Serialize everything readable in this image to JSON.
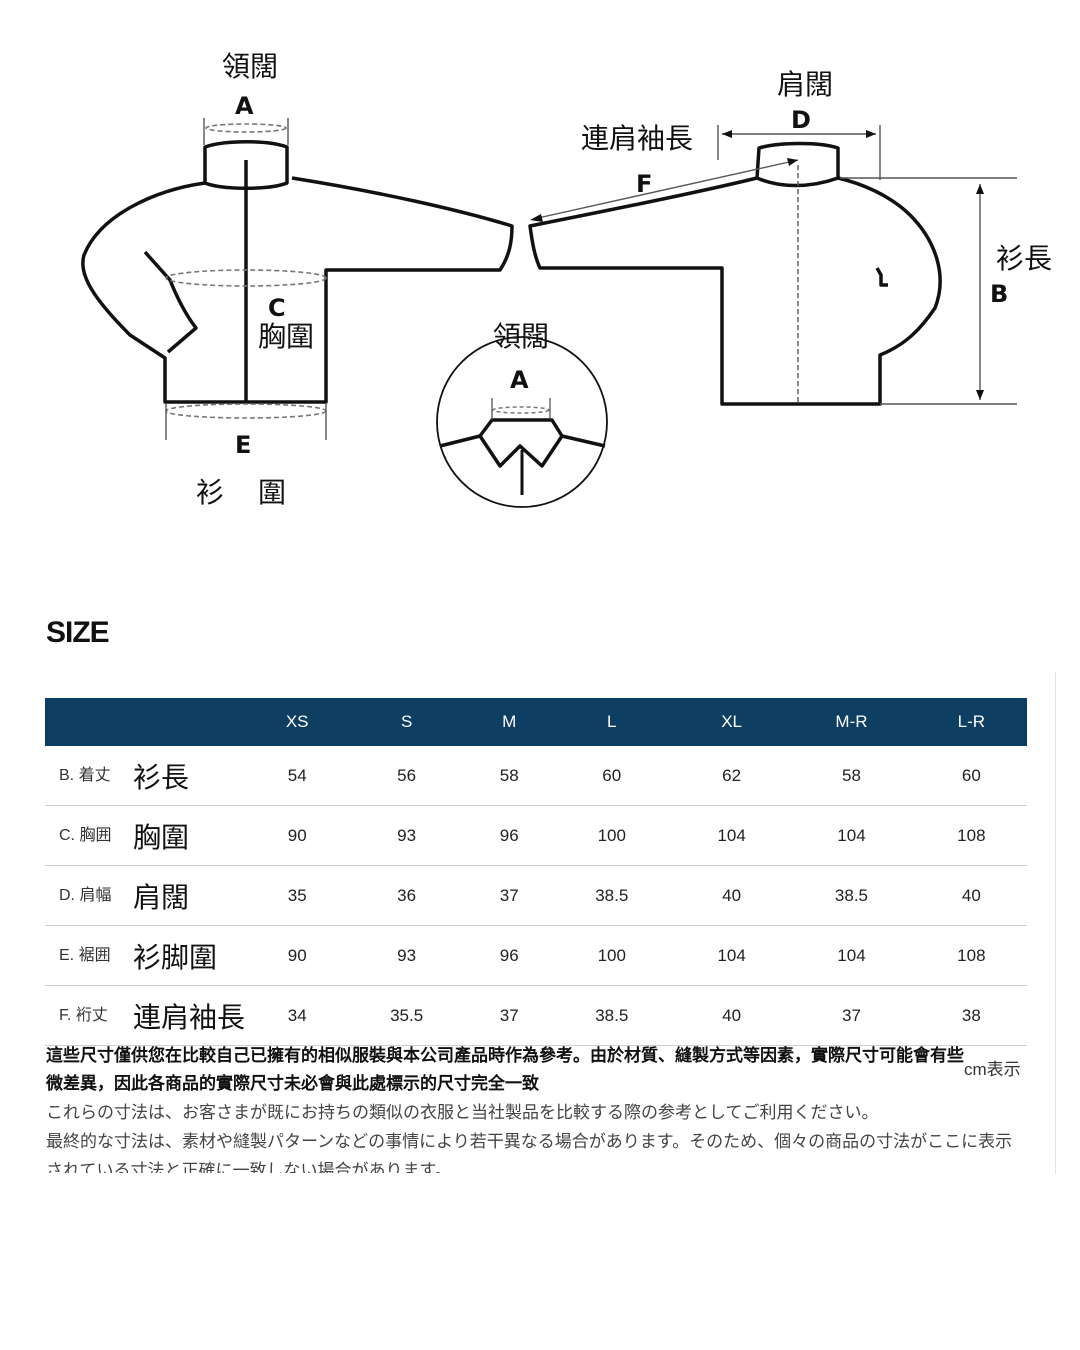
{
  "diagram": {
    "labels": {
      "collar_front": "領闊",
      "letter_a_front": "A",
      "letter_c": "C",
      "chest": "胸圍",
      "letter_e": "E",
      "hem_left": "衫",
      "hem_right": "圍",
      "collar_detail": "領闊",
      "letter_a_detail": "A",
      "shoulder": "肩闊",
      "letter_d": "D",
      "raglan_sleeve": "連肩袖長",
      "letter_f": "F",
      "body_length": "衫長",
      "letter_b": "B"
    }
  },
  "size_heading": "SIZE",
  "table": {
    "headers": [
      "",
      "XS",
      "S",
      "M",
      "L",
      "XL",
      "M-R",
      "L-R"
    ],
    "rows": [
      {
        "code": "B. 着丈",
        "label": "衫長",
        "values": [
          "54",
          "56",
          "58",
          "60",
          "62",
          "58",
          "60"
        ]
      },
      {
        "code": "C. 胸囲",
        "label": "胸圍",
        "values": [
          "90",
          "93",
          "96",
          "100",
          "104",
          "104",
          "108"
        ]
      },
      {
        "code": "D. 肩幅",
        "label": "肩闊",
        "values": [
          "35",
          "36",
          "37",
          "38.5",
          "40",
          "38.5",
          "40"
        ]
      },
      {
        "code": "E. 裾囲",
        "label": "衫脚圍",
        "values": [
          "90",
          "93",
          "96",
          "100",
          "104",
          "104",
          "108"
        ]
      },
      {
        "code": "F. 裄丈",
        "label": "連肩袖長",
        "values": [
          "34",
          "35.5",
          "37",
          "38.5",
          "40",
          "37",
          "38"
        ]
      }
    ]
  },
  "notes": {
    "zh": "這些尺寸僅供您在比較自己已擁有的相似服裝與本公司產品時作為參考。由於材質、縫製方式等因素，實際尺寸可能會有些微差異，因此各商品的實際尺寸未必會與此處標示的尺寸完全一致",
    "unit": "cm表示",
    "ja_1": "これらの寸法は、お客さまが既にお持ちの類似の衣服と当社製品を比較する際の参考としてご利用ください。",
    "ja_2": "最終的な寸法は、素材や縫製パターンなどの事情により若干異なる場合があります。そのため、個々の商品の寸法がここに表示されている寸法と正確に一致しない場合があります。"
  }
}
